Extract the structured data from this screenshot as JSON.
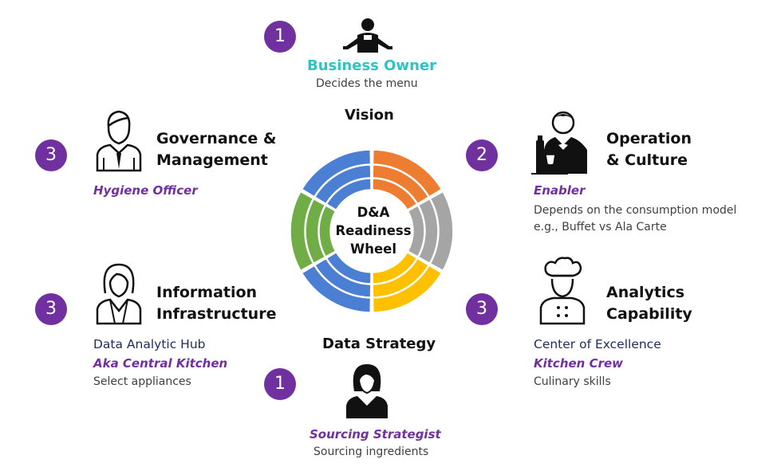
{
  "business_owner": {
    "badge": "1",
    "title": "Business Owner",
    "desc": "Decides the menu"
  },
  "vision": {
    "label": "Vision"
  },
  "governance": {
    "badge": "3",
    "title_line1": "Governance &",
    "title_line2": "Management",
    "role": "Hygiene Officer"
  },
  "operation": {
    "badge": "2",
    "title_line1": "Operation",
    "title_line2": "& Culture",
    "role": "Enabler",
    "desc_line1": "Depends on the consumption model",
    "desc_line2": "e.g., Buffet vs Ala Carte"
  },
  "wheel": {
    "line1": "D&A",
    "line2": "Readiness",
    "line3": "Wheel"
  },
  "information": {
    "badge": "3",
    "title_line1": "Information",
    "title_line2": "Infrastructure",
    "line1": "Data Analytic Hub",
    "role": "Aka Central Kitchen",
    "desc": "Select appliances"
  },
  "analytics": {
    "badge": "3",
    "title_line1": "Analytics",
    "title_line2": "Capability",
    "line1": "Center of Excellence",
    "role": "Kitchen Crew",
    "desc": "Culinary skills"
  },
  "data_strategy": {
    "label": "Data Strategy",
    "badge": "1",
    "role": "Sourcing Strategist",
    "desc": "Sourcing ingredients"
  },
  "colors": {
    "purple": "#7030a0",
    "teal": "#2ec4c4",
    "blue": "#4a7fd4",
    "orange": "#ed7d31",
    "gray": "#a5a5a5",
    "yellow": "#ffc000",
    "green": "#70ad47"
  }
}
